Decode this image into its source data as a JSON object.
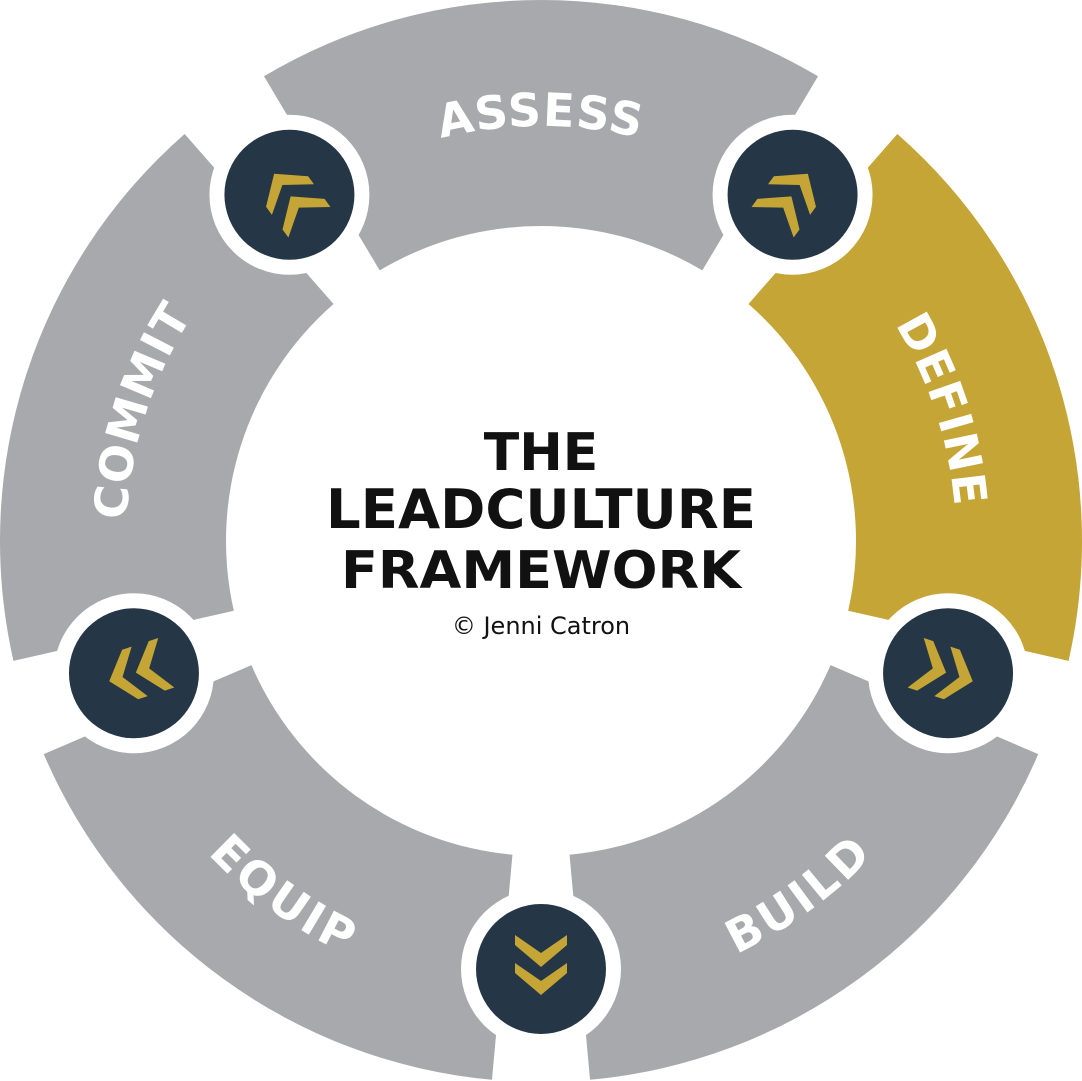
{
  "center": {
    "line1": "THE",
    "line2": "LeadCulture",
    "line3": "FRAMEWORK",
    "credit": "© Jenni Catron"
  },
  "segments": [
    {
      "label": "ASSESS",
      "color": "#a7a9ac",
      "icon": "chevron-down-left-icon"
    },
    {
      "label": "DEFINE",
      "color": "#c5a535",
      "icon": "chevron-down-left-icon"
    },
    {
      "label": "BUILD",
      "color": "#a7a9ac",
      "icon": "chevron-down-right-icon"
    },
    {
      "label": "EQUIP",
      "color": "#a7a9ac",
      "icon": "chevron-left-icon"
    },
    {
      "label": "COMMIT",
      "color": "#a7a9ac",
      "icon": "chevron-up-right-icon"
    }
  ],
  "colors": {
    "gray": "#a7a9ac",
    "gold": "#c5a535",
    "navy": "#253746",
    "white": "#ffffff",
    "text": "#111111"
  }
}
